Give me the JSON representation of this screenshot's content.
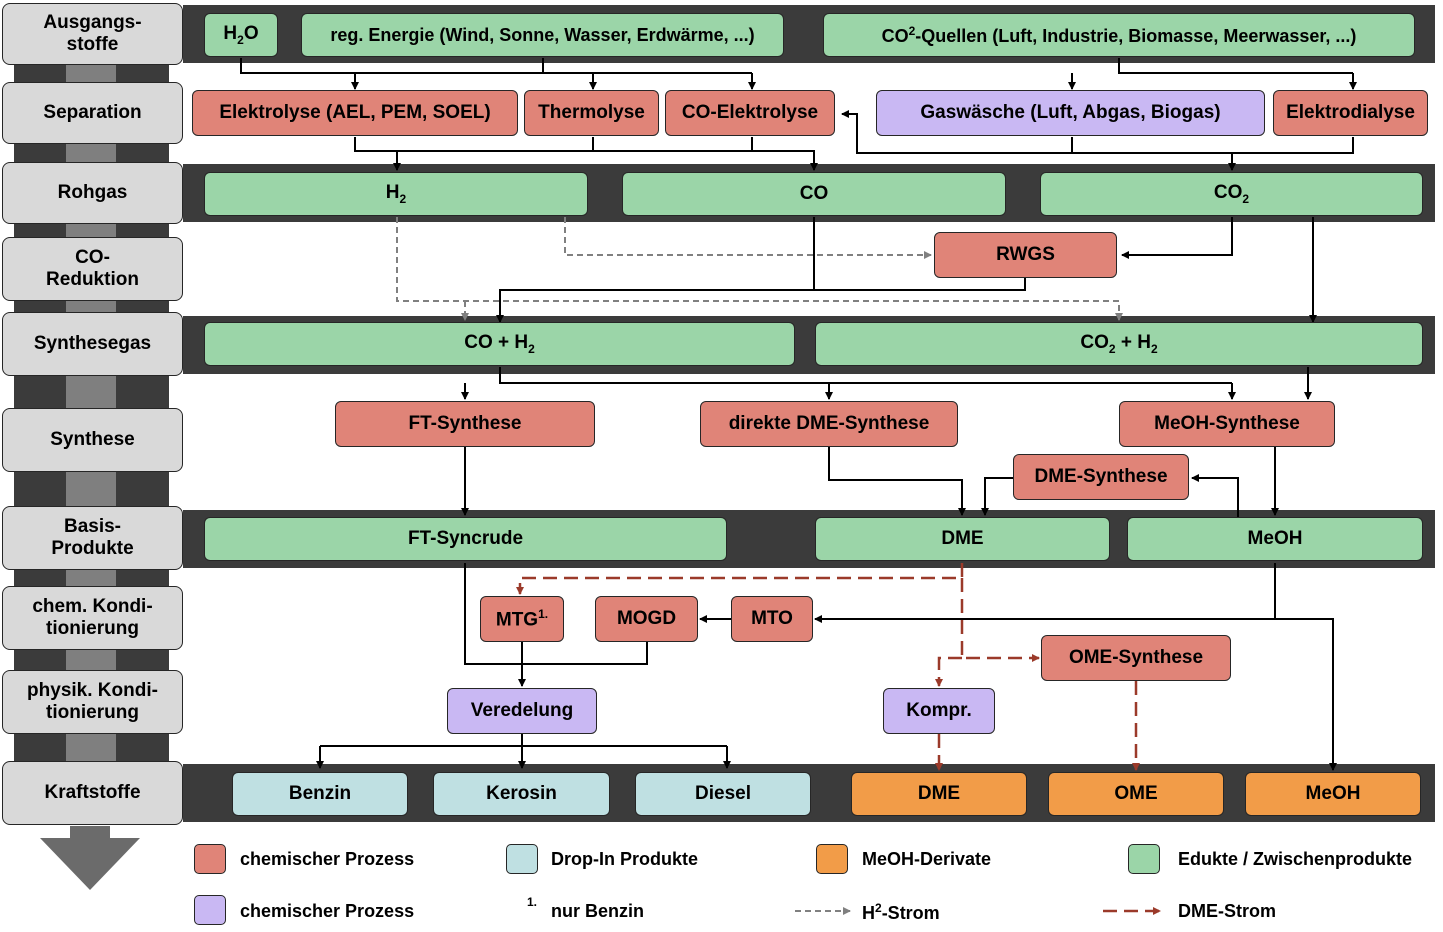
{
  "stages": [
    {
      "id": "ausgang",
      "label": "Ausgangs-\nstoffe"
    },
    {
      "id": "separation",
      "label": "Separation"
    },
    {
      "id": "rohgas",
      "label": "Rohgas"
    },
    {
      "id": "coreduktion",
      "label": "CO-\nReduktion"
    },
    {
      "id": "synthesegas",
      "label": "Synthesegas"
    },
    {
      "id": "synthese",
      "label": "Synthese"
    },
    {
      "id": "basis",
      "label": "Basis-\nProdukte"
    },
    {
      "id": "chem",
      "label": "chem. Kondi-\ntionierung"
    },
    {
      "id": "physik",
      "label": "physik. Kondi-\ntionierung"
    },
    {
      "id": "kraftstoffe",
      "label": "Kraftstoffe"
    }
  ],
  "nodes": {
    "h2o": {
      "main": "H",
      "sub": "2",
      "tail": "O"
    },
    "energie": "reg. Energie (Wind, Sonne, Wasser, Erdwärme, ...)",
    "co2_quellen": {
      "main": "CO",
      "sup": "2",
      "tail": "-Quellen (Luft, Industrie, Biomasse, Meerwasser, ...)"
    },
    "elektrolyse": "Elektrolyse (AEL, PEM, SOEL)",
    "thermolyse": "Thermolyse",
    "co_elektrolyse": "CO-Elektrolyse",
    "gaswaesche": "Gaswäsche (Luft, Abgas, Biogas)",
    "elektrodialyse": "Elektrodialyse",
    "h2": {
      "main": "H",
      "sub": "2"
    },
    "co": "CO",
    "co2": {
      "main": "CO",
      "sub": "2"
    },
    "rwgs": "RWGS",
    "co_h2": {
      "main": "CO + H",
      "sub": "2"
    },
    "co2_h2": {
      "a": "CO",
      "sub1": "2",
      "b": " + H",
      "sub2": "2"
    },
    "ft_synthese": "FT-Synthese",
    "direkte_dme": "direkte DME-Synthese",
    "meoh_synthese": "MeOH-Synthese",
    "dme_synthese": "DME-Synthese",
    "ft_syncrude": "FT-Syncrude",
    "dme": "DME",
    "meoh": "MeOH",
    "mtg": {
      "main": "MTG",
      "sup": "1."
    },
    "mogd": "MOGD",
    "mto": "MTO",
    "ome_synthese": "OME-Synthese",
    "veredelung": "Veredelung",
    "kompr": "Kompr.",
    "benzin": "Benzin",
    "kerosin": "Kerosin",
    "diesel": "Diesel",
    "dme_fuel": "DME",
    "ome_fuel": "OME",
    "meoh_fuel": "MeOH"
  },
  "legend": {
    "chem_prozess_1": "chemischer Prozess",
    "dropin": "Drop-In Produkte",
    "meoh_derivate": "MeOH-Derivate",
    "edukte": "Edukte / Zwischenprodukte",
    "chem_prozess_2": "chemischer Prozess",
    "footnote_mark": "1.",
    "footnote_text": "nur Benzin",
    "h2_strom": {
      "main": "H",
      "sup": "2",
      "tail": "-Strom"
    },
    "dme_strom": "DME-Strom"
  },
  "colors": {
    "chemischer_prozess": "#e08478",
    "physikalischer_prozess": "#c9b8f3",
    "dropin": "#bfe0e2",
    "meoh_derivate": "#f29c48",
    "edukte": "#9bd5a8",
    "h2_strom": "#808080",
    "dme_strom": "#9b3a2a"
  }
}
